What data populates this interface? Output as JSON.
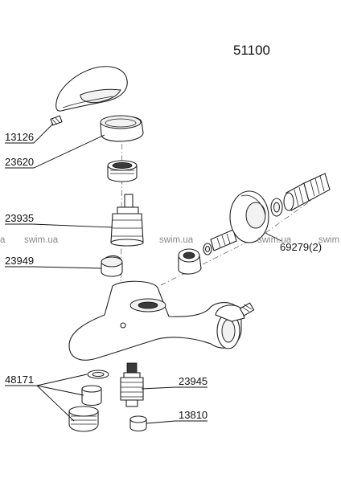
{
  "diagram": {
    "model_number": "51100",
    "part_labels": {
      "handle_screw": "13126",
      "cover_cap": "23620",
      "cartridge_nut": "",
      "cartridge": "23935",
      "knob": "23949",
      "aerator_set": "48171",
      "diverter": "23945",
      "diverter_button": "13810",
      "wall_connection": "69279(2)"
    },
    "watermark": {
      "left_edge": "a",
      "items": [
        "swim.ua",
        "swim.ua",
        "swim.ua"
      ],
      "right_edge": "swim"
    }
  }
}
